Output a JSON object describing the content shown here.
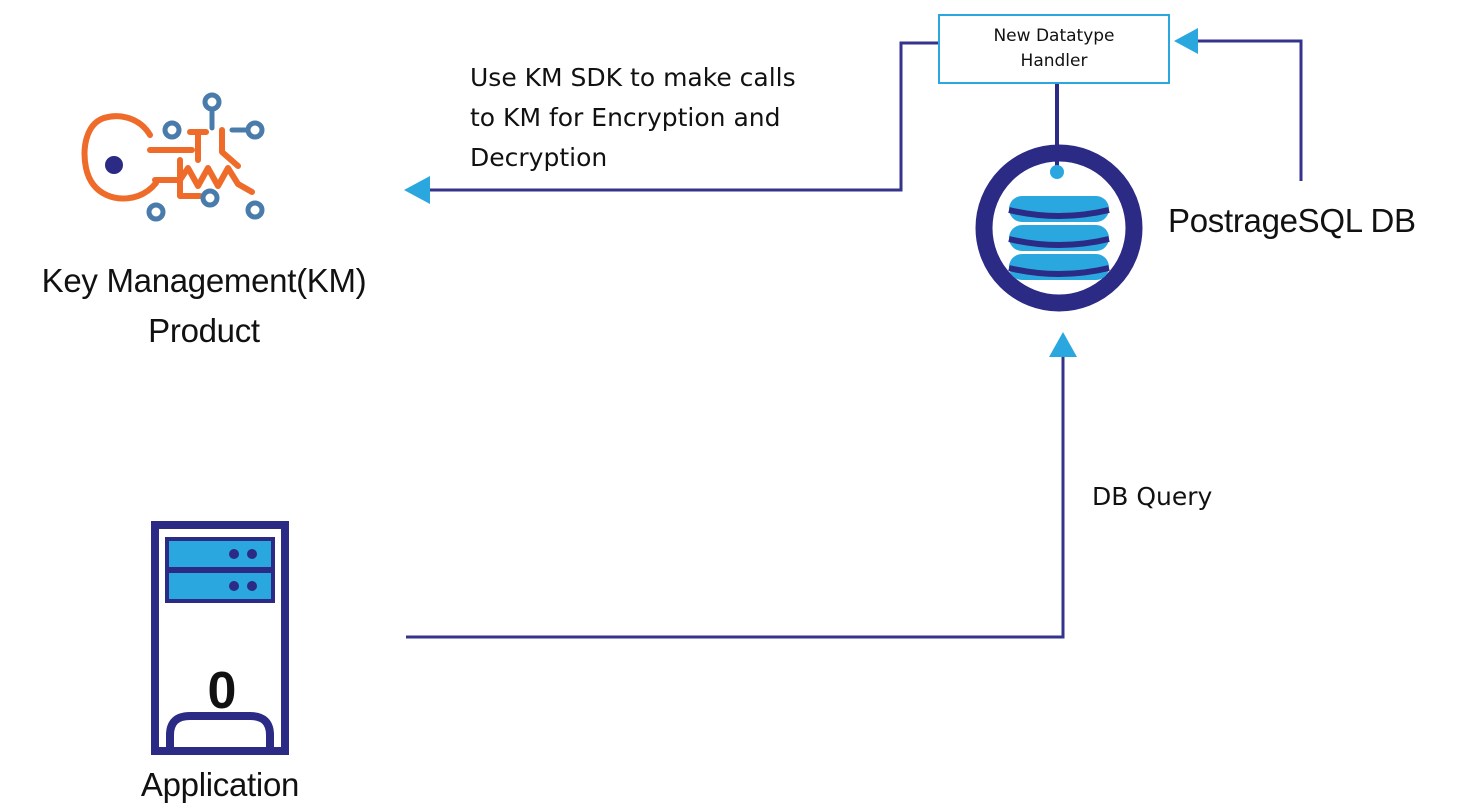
{
  "km": {
    "title_line1": "Key Management(KM)",
    "title_line2": "Product"
  },
  "db": {
    "title": "PostrageSQL DB"
  },
  "handler": {
    "line1": "New Datatype",
    "line2": "Handler"
  },
  "sdk_note": {
    "line1": "Use KM SDK to make calls",
    "line2": "to KM for Encryption and",
    "line3": "Decryption"
  },
  "query": {
    "label": "DB Query"
  },
  "app": {
    "title": "Application",
    "server_digit": "0"
  },
  "colors": {
    "navy": "#2b2a85",
    "cyan": "#2ba7e0",
    "orange": "#ee6b2a",
    "steel": "#4a7cab",
    "line": "#35338c"
  }
}
